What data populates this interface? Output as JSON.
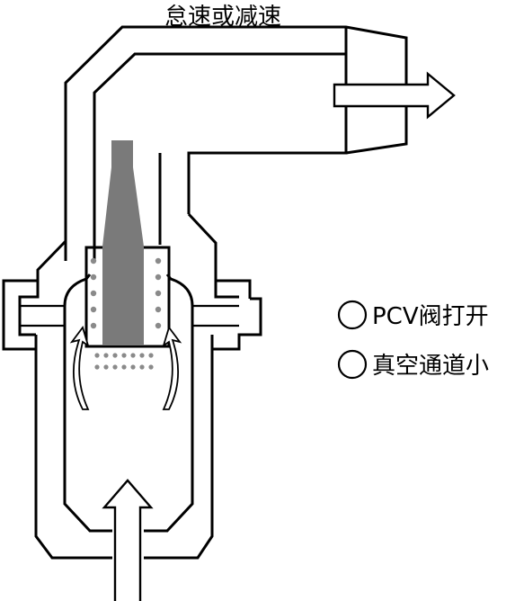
{
  "diagram": {
    "title": "怠速或减速",
    "legend": [
      {
        "label": "PCV阀打开",
        "marker": "circle-outline"
      },
      {
        "label": "真空通道小",
        "marker": "circle-outline"
      }
    ],
    "colors": {
      "line": "#000000",
      "plunger": "#7a7a7a",
      "spring": "#8a8a8a",
      "background": "#ffffff"
    },
    "icons": {
      "inlet": "up-arrow-icon",
      "outlet": "right-arrow-icon",
      "flow": "curved-arrow-icon"
    }
  }
}
